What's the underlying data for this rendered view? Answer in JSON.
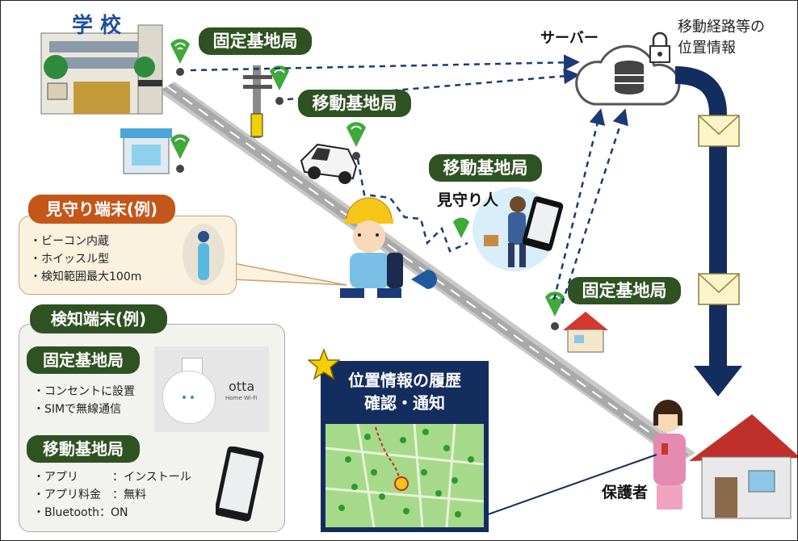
{
  "school": {
    "label": "学 校"
  },
  "server": {
    "label": "サーバー"
  },
  "route_info": {
    "line1": "移動経路等の",
    "line2": "位置情報"
  },
  "stations": {
    "fixed_top": "固定基地局",
    "mobile_car": "移動基地局",
    "mobile_watcher": "移動基地局",
    "fixed_house": "固定基地局"
  },
  "watcher": {
    "label": "見守り人"
  },
  "guardian": {
    "label": "保護者"
  },
  "device_example": {
    "title": "見守り端末(例)",
    "items": [
      "・ビーコン内蔵",
      "・ホイッスル型",
      "・検知範囲最大100m"
    ]
  },
  "detector_example": {
    "title": "検知端末(例)",
    "fixed": {
      "title": "固定基地局",
      "items": [
        "・コンセントに設置",
        "・SIMで無線通信"
      ],
      "brand": "otta",
      "brand_sub": "Home Wi-Fi"
    },
    "mobile": {
      "title": "移動基地局",
      "items": [
        "・アプリ　　　：インストール",
        "・アプリ料金　：無料",
        "・Bluetooth：ON"
      ]
    }
  },
  "history": {
    "title": "位置情報の履歴\n確認・通知"
  },
  "colors": {
    "green_pill": "#2f5222",
    "orange_pill": "#c5561a",
    "navy": "#132d5e",
    "signal_green": "#3fa93a"
  }
}
